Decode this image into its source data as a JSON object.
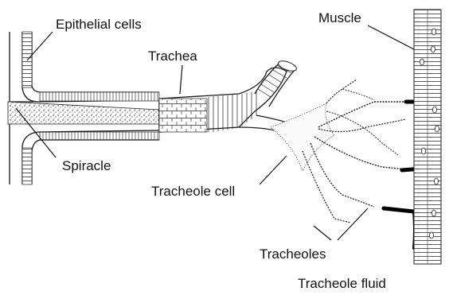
{
  "labels": {
    "epithelial_cells": "Epithelial cells",
    "trachea": "Trachea",
    "muscle": "Muscle",
    "spiracle": "Spiracle",
    "tracheole_cell": "Tracheole cell",
    "tracheoles": "Tracheoles",
    "tracheole_fluid": "Tracheole fluid"
  },
  "colors": {
    "ink": "#111111",
    "background": "#ffffff"
  }
}
